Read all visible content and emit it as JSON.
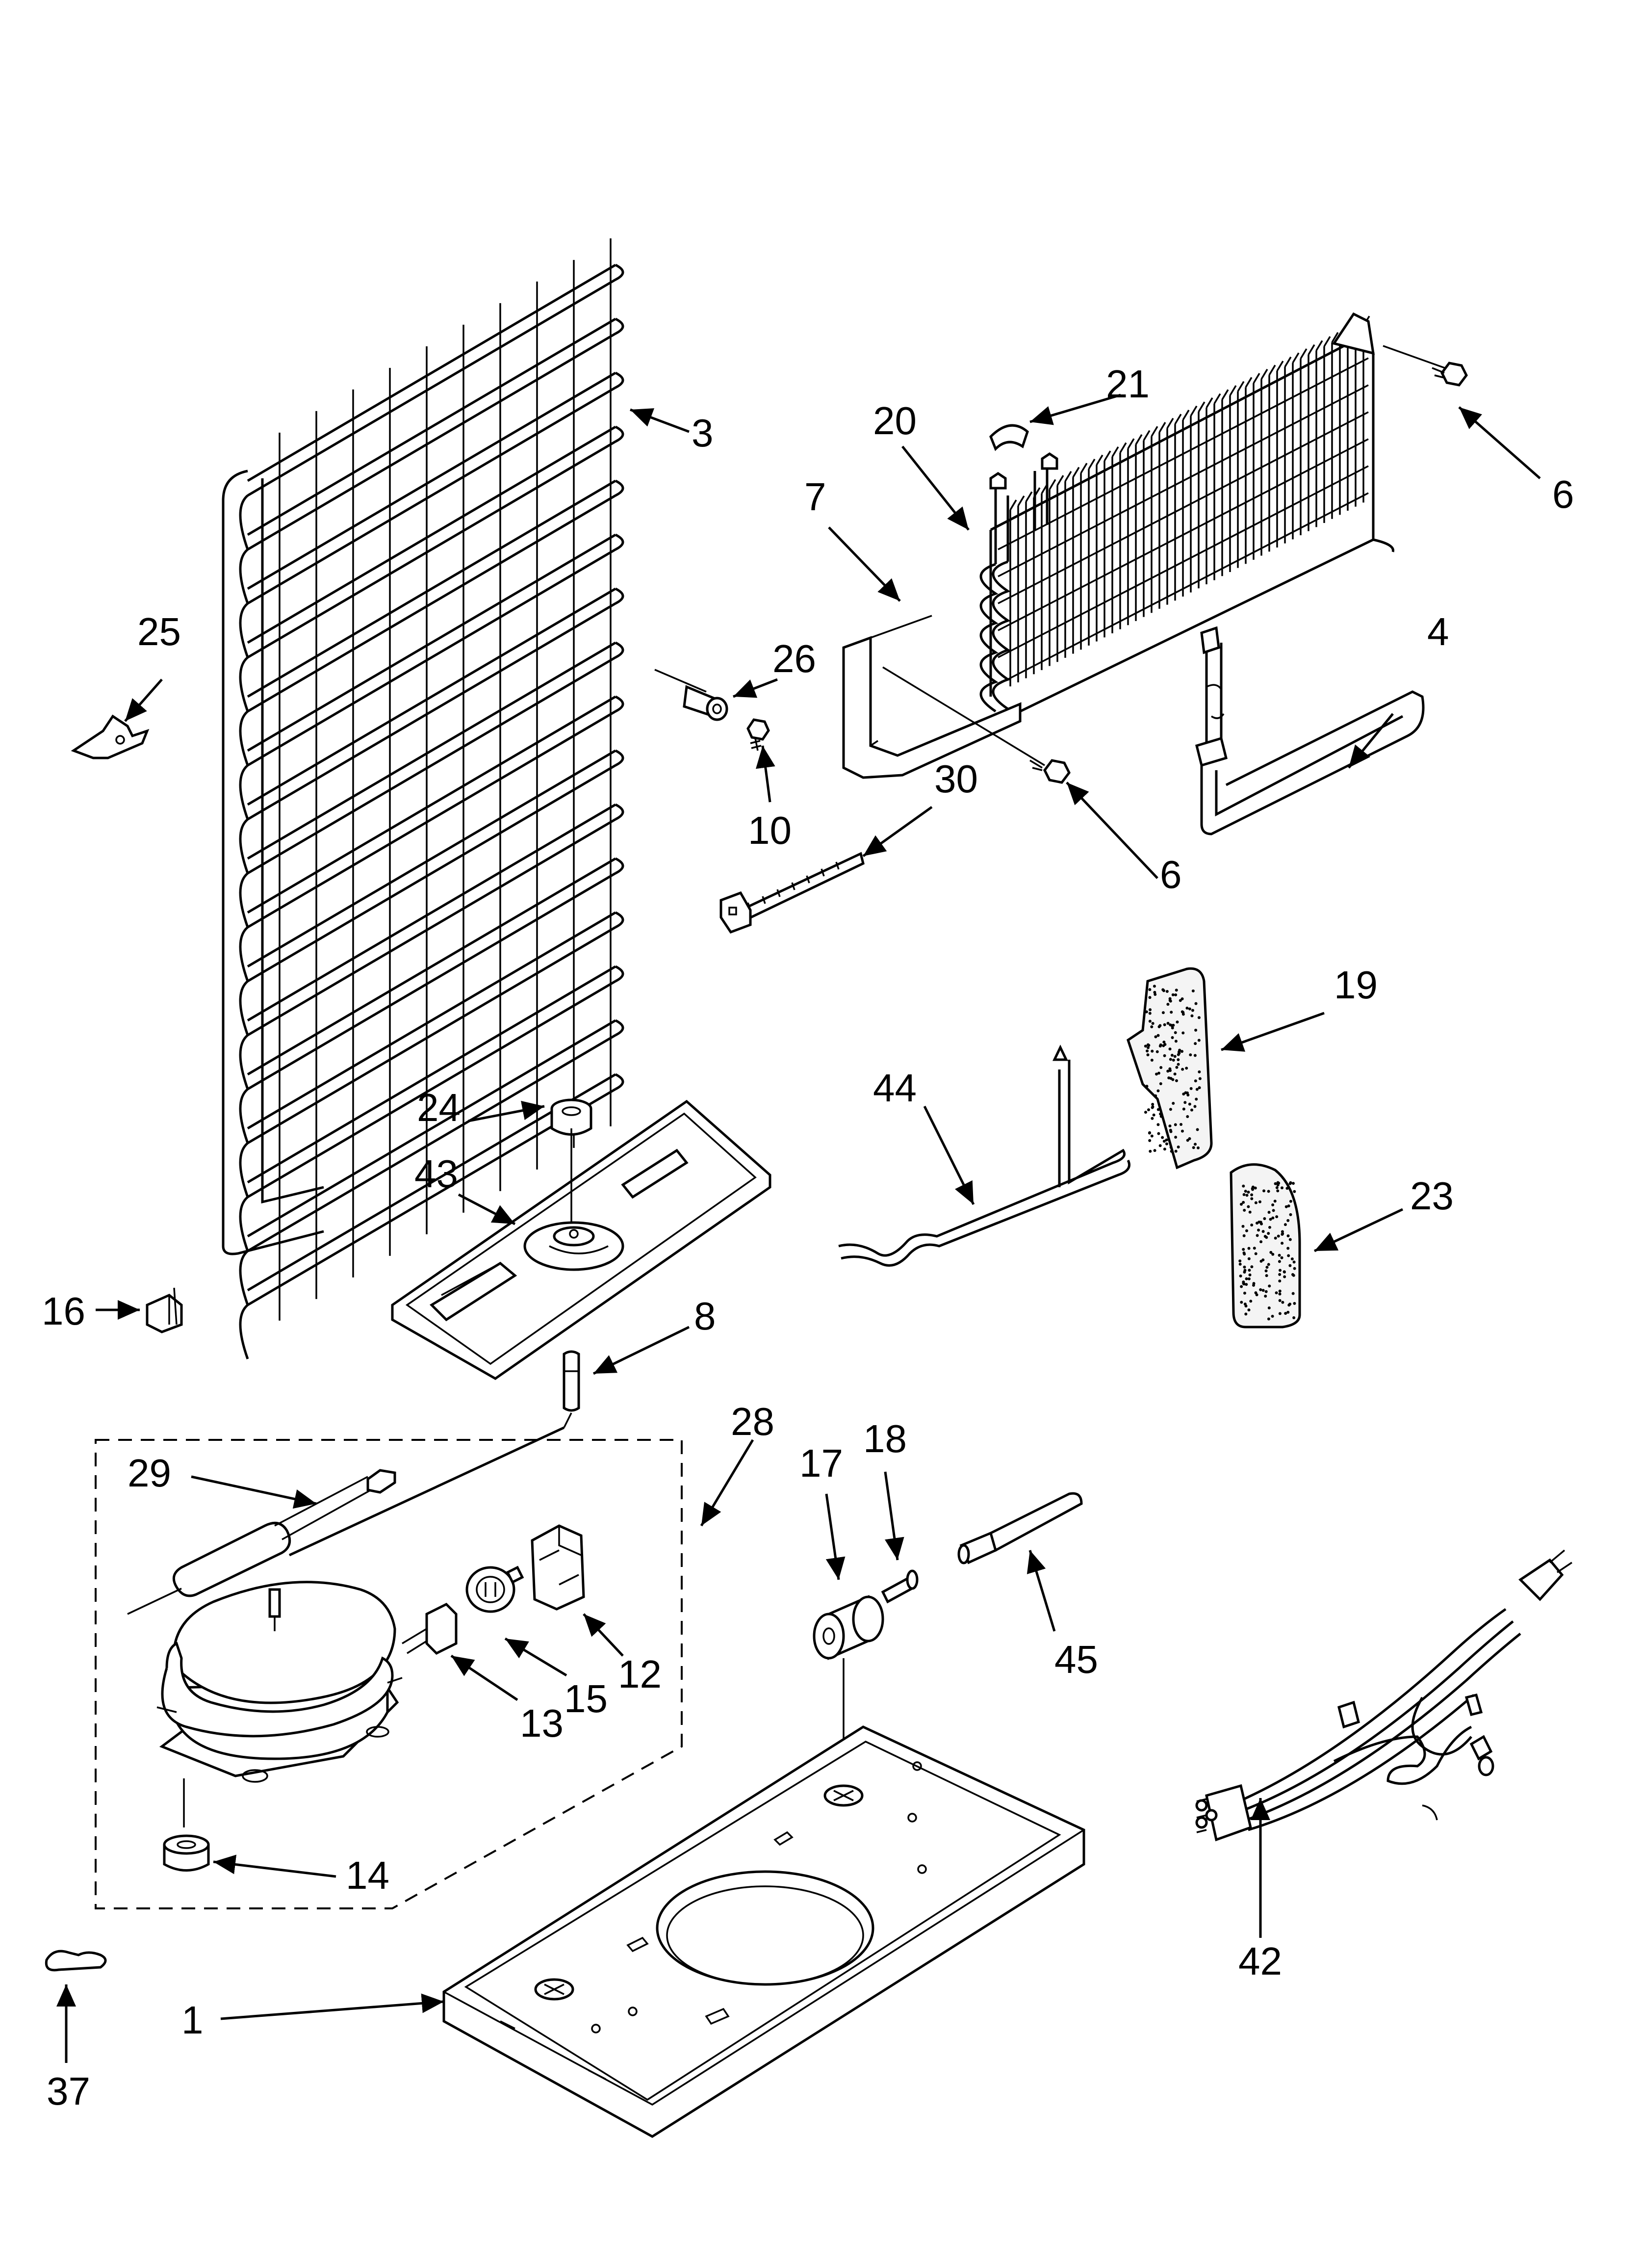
{
  "callouts": {
    "c1": "1",
    "c3": "3",
    "c4": "4",
    "c6a": "6",
    "c6b": "6",
    "c7": "7",
    "c8": "8",
    "c10": "10",
    "c12": "12",
    "c13": "13",
    "c14": "14",
    "c15": "15",
    "c16": "16",
    "c17": "17",
    "c18": "18",
    "c19": "19",
    "c20": "20",
    "c21": "21",
    "c23": "23",
    "c24": "24",
    "c25": "25",
    "c26": "26",
    "c28": "28",
    "c29": "29",
    "c30": "30",
    "c37": "37",
    "c42": "42",
    "c43": "43",
    "c44": "44",
    "c45": "45"
  }
}
